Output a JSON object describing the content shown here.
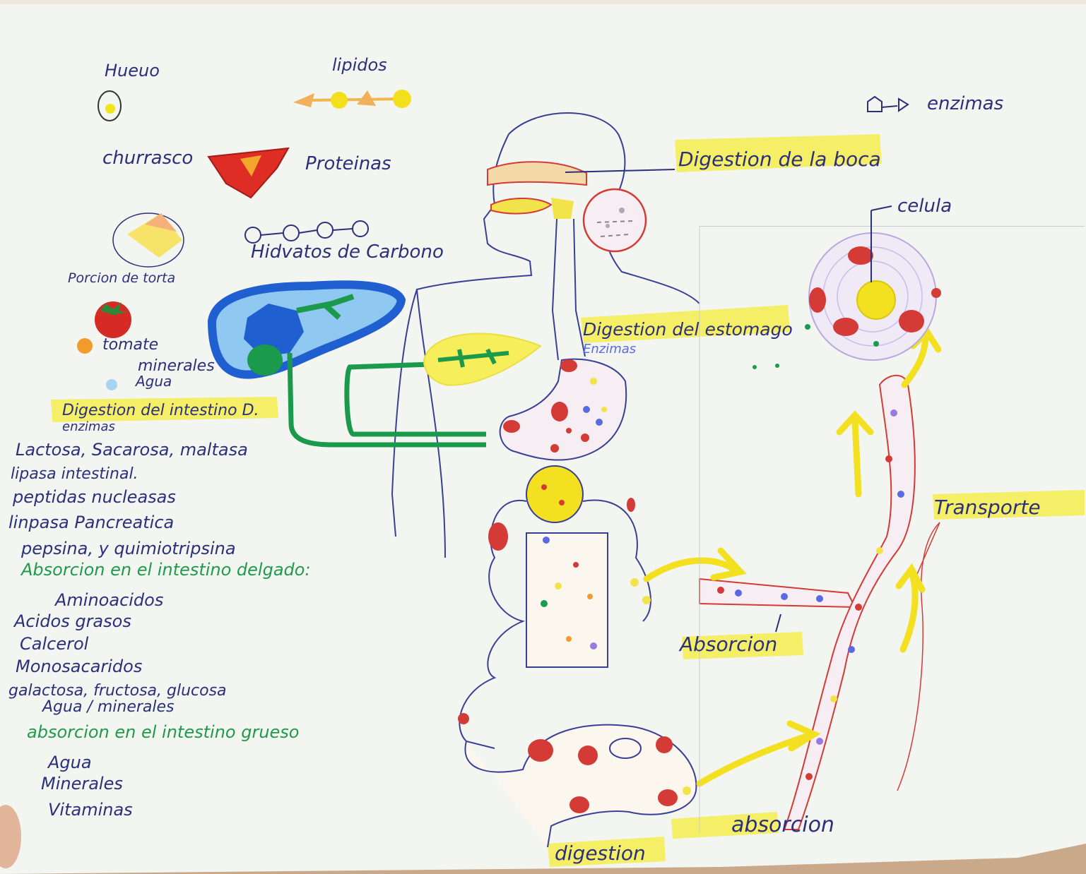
{
  "title": "",
  "foods": {
    "huevo": "Hueuo",
    "lipidos": "lipidos",
    "churrasco": "churrasco",
    "proteinas": "Proteinas",
    "carbohidratos": "Hidvatos de Carbono",
    "torta": "Porcion de torta",
    "tomate": "tomate",
    "minerales": "minerales",
    "agua": "Agua"
  },
  "legend": {
    "enzimas": "enzimas"
  },
  "labels": {
    "boca": "Digestion de la boca",
    "celula": "celula",
    "estomago": "Digestion del estomago",
    "estomago_enzimas": "Enzimas",
    "transporte": "Transporte",
    "absorcion_1": "Absorcion",
    "absorcion_2": "absorcion",
    "digestion": "digestion"
  },
  "intestino_delgado": {
    "heading": "Digestion del intestino D.",
    "subheading": "enzimas",
    "enzimas": [
      "Lactosa, Sacarosa, maltasa",
      "lipasa intestinal.",
      "peptidas nucleasas",
      "linpasa Pancreatica",
      "pepsina, y quimiotripsina"
    ]
  },
  "absorcion_delgado": {
    "heading": "Absorcion en el intestino delgado:",
    "items": [
      "Aminoacidos",
      "Acidos grasos",
      "Calcerol",
      "Monosacaridos",
      "galactosa, fructosa, glucosa",
      "Agua / minerales"
    ]
  },
  "absorcion_grueso": {
    "heading": "absorcion en el intestino grueso",
    "items": [
      "Agua",
      "Minerales",
      "Vitaminas"
    ]
  },
  "colors": {
    "paper": "#f4f6f2",
    "ink_blue": "#2c2f7a",
    "ink_green": "#1f9a4a",
    "highlight": "#f6ec3a",
    "red": "#d9302b",
    "liver_blue": "#1f5fd0",
    "bile_green": "#1c9a4c"
  }
}
